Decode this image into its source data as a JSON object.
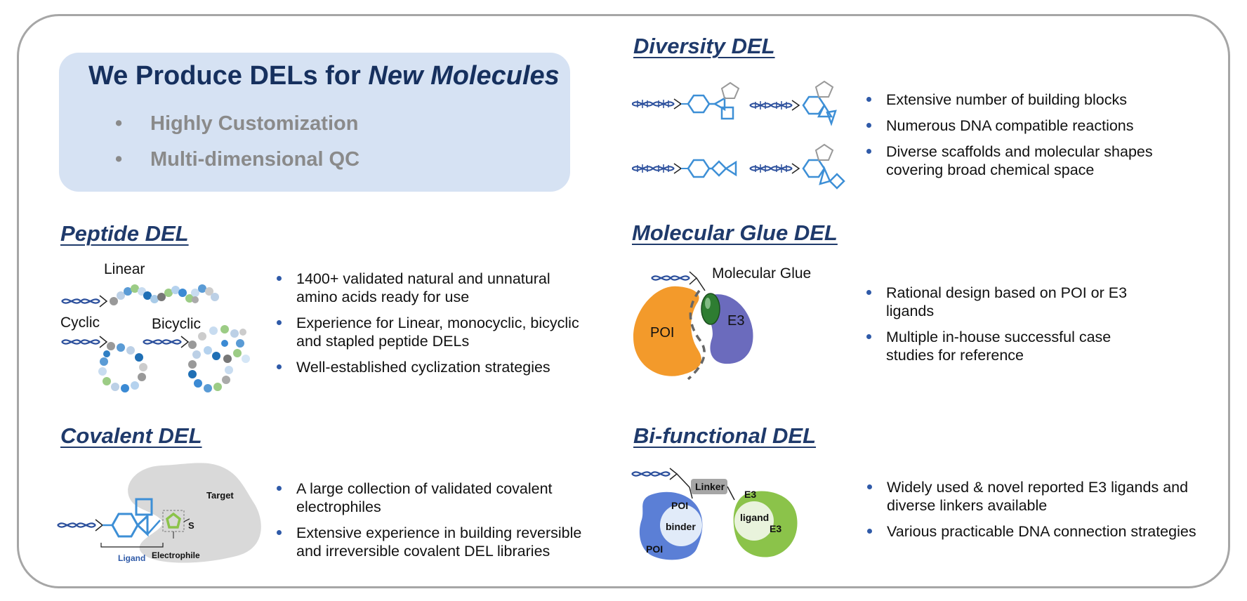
{
  "hero": {
    "title_prefix": "We Produce DELs for ",
    "title_emphasis": "New Molecules",
    "bullets": [
      "Highly Customization",
      "Multi-dimensional QC"
    ]
  },
  "sections": {
    "diversity": {
      "title": "Diversity DEL",
      "bullets": [
        "Extensive number of building blocks",
        "Numerous DNA compatible reactions",
        "Diverse scaffolds and molecular shapes",
        "covering broad chemical space"
      ]
    },
    "peptide": {
      "title": "Peptide DEL",
      "labels": {
        "linear": "Linear",
        "cyclic": "Cyclic",
        "bicyclic": "Bicyclic"
      },
      "bullets": [
        "1400+ validated natural and unnatural",
        "amino acids ready for use",
        "Experience for Linear, monocyclic, bicyclic",
        "and stapled peptide DELs",
        "Well-established cyclization strategies"
      ]
    },
    "glue": {
      "title": "Molecular Glue DEL",
      "labels": {
        "glue": "Molecular Glue",
        "poi": "POI",
        "e3": "E3"
      },
      "bullets": [
        "Rational design based on POI or E3",
        "ligands",
        "Multiple in-house successful case",
        "studies for reference"
      ]
    },
    "covalent": {
      "title": "Covalent DEL",
      "labels": {
        "target": "Target",
        "ligand": "Ligand",
        "electrophile": "Electrophile",
        "s": "S"
      },
      "bullets": [
        "A large collection of validated covalent",
        "electrophiles",
        "Extensive experience in building reversible",
        "and irreversible covalent DEL libraries"
      ]
    },
    "bifunctional": {
      "title": "Bi-functional DEL",
      "labels": {
        "linker": "Linker",
        "poi_top": "POI",
        "binder": "binder",
        "poi_bottom": "POI",
        "e3_top": "E3",
        "ligand": "ligand",
        "e3_bottom": "E3"
      },
      "bullets": [
        "Widely used & novel reported E3 ligands and",
        "diverse linkers available",
        "Various practicable DNA connection strategies"
      ]
    }
  },
  "colors": {
    "navy": "#16305e",
    "title_blue": "#1f3a6b",
    "bullet_dot": "#2f5aa8",
    "hero_bg": "#d6e2f3",
    "poi_orange": "#f39a2b",
    "e3_purple": "#6b6bbd",
    "glue_green": "#2e7d32"
  }
}
